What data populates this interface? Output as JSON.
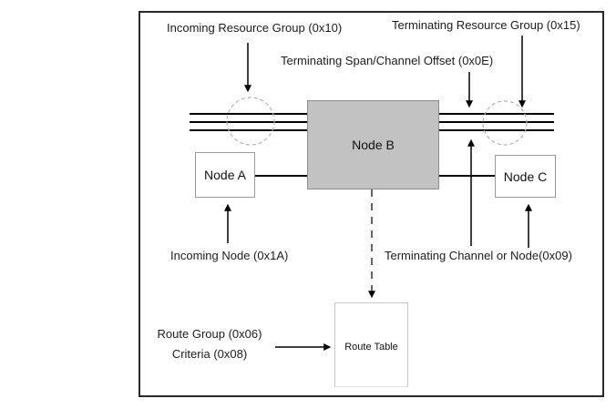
{
  "diagram": {
    "labels": {
      "incoming_resource_group": "Incoming Resource Group (0x10)",
      "terminating_resource_group": "Terminating Resource Group (0x15)",
      "terminating_span_channel_offset": "Terminating Span/Channel Offset (0x0E)",
      "incoming_node": "Incoming Node (0x1A)",
      "terminating_channel_or_node": "Terminating Channel or Node(0x09)",
      "route_group": "Route Group (0x06)",
      "criteria": "Criteria (0x08)"
    },
    "nodes": {
      "node_a": "Node A",
      "node_b": "Node B",
      "node_c": "Node C",
      "route_table": "Route Table"
    },
    "colors": {
      "background": "#ffffff",
      "frame_border": "#2a2a2a",
      "line": "#000000",
      "node_b_fill": "#c2c2c2",
      "node_border": "#9a9a9a",
      "route_table_border": "#c6c6c6",
      "dashed_circle": "#b3b3b3",
      "text": "#1c1c1c"
    }
  }
}
